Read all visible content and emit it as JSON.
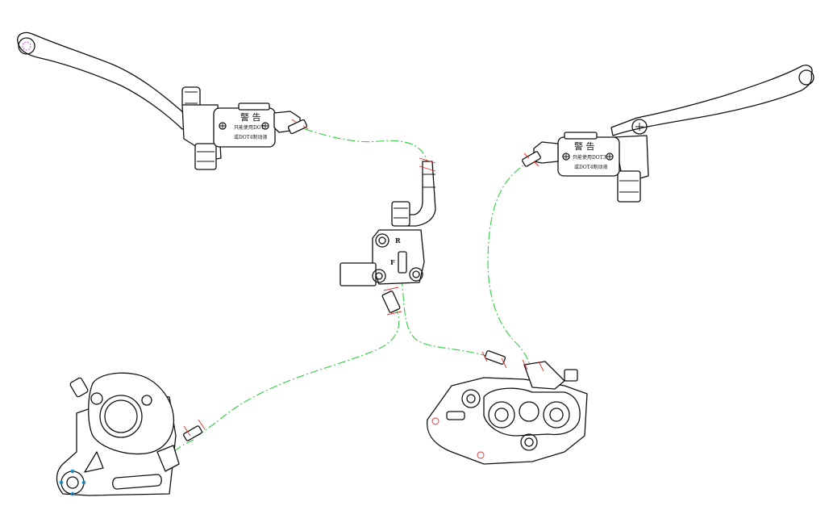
{
  "reservoir_left": {
    "warning_title": "警 告",
    "line1": "只能使用DOT",
    "line2": "或DOT4制动液"
  },
  "reservoir_right": {
    "warning_title": "警 告",
    "line1": "只能使用DOT3",
    "line2": "或DOT4制动液"
  },
  "valve_marks": {
    "mark_r": "R",
    "mark_f": "F"
  },
  "colors": {
    "outline": "#111111",
    "hose_centerline": "#2ecc40",
    "cut_marks": "#e0302a",
    "pivot_hole": "#d030d0",
    "grip_points": "#1aa0e0"
  }
}
